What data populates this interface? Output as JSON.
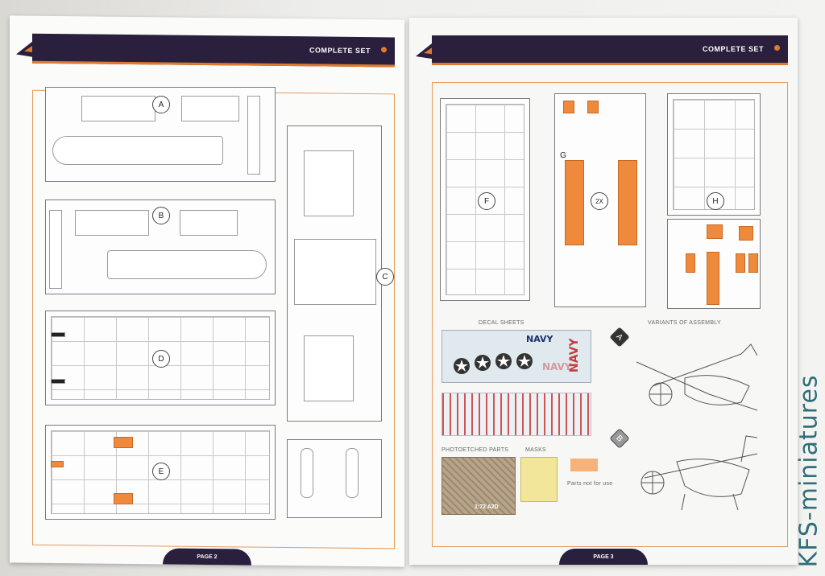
{
  "left_page": {
    "header_title": "COMPLETE SET",
    "page_label": "PAGE 2",
    "sprues": [
      {
        "id": "A"
      },
      {
        "id": "B"
      },
      {
        "id": "C"
      },
      {
        "id": "D"
      },
      {
        "id": "E"
      }
    ]
  },
  "right_page": {
    "header_title": "COMPLETE SET",
    "page_label": "PAGE 3",
    "sprues": [
      {
        "id": "F"
      },
      {
        "id": "G"
      },
      {
        "id": "H"
      }
    ],
    "sprue_g_multiplier": "2X",
    "decal_sheets_label": "DECAL SHEETS",
    "variants_label": "VARIANTS OF ASSEMBLY",
    "variant_a": "A",
    "variant_b": "B",
    "pe_label": "PHOTOETCHED PARTS",
    "masks_label": "MASKS",
    "parts_not_for_use": "Parts not for use",
    "pe_marking": "1:72 A2D",
    "decal_text_navy": "NAVY"
  },
  "watermark": "KFS-miniatures",
  "colors": {
    "header_bg": "#2a1f3d",
    "accent_orange": "#e07b2e",
    "resin_orange": "#ef8a3c"
  }
}
